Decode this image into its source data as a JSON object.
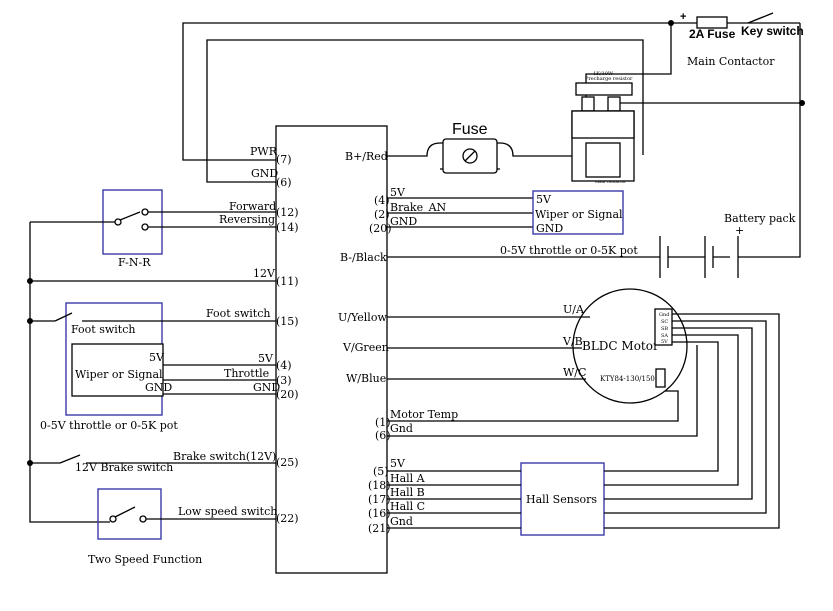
{
  "controller": {
    "pins": {
      "pwr": "PWR",
      "pwr_num": "(7)",
      "gnd_top": "GND",
      "gnd_top_num": "(6)",
      "forward": "Forward",
      "forward_num": "(12)",
      "reversing": "Reversing",
      "reversing_num": "(14)",
      "v12": "12V",
      "v12_num": "(11)",
      "foot": "Foot switch",
      "foot_num": "(15)",
      "v5": "5V",
      "v5_num": "(4)",
      "throttle": "Throttle",
      "throttle_num": "(3)",
      "gnd_thr": "GND",
      "gnd_thr_num": "(20)",
      "brake": "Brake switch(12V)",
      "brake_num": "(25)",
      "low": "Low speed switch",
      "low_num": "(22)",
      "bplus": "B+/Red",
      "r5v": "5V",
      "r5v_num": "(4)",
      "brake_an": "Brake_AN",
      "brake_an_num": "(2)",
      "rgnd": "GND",
      "rgnd_num": "(20)",
      "bminus": "B-/Black",
      "u": "U/Yellow",
      "v": "V/Green",
      "wphase": "W/Blue",
      "mtemp": "Motor Temp",
      "mtemp_num": "(1)",
      "mgnd": "Gnd",
      "mgnd_num": "(6)",
      "h5v": "5V",
      "h5v_num": "(5)",
      "ha": "Hall A",
      "ha_num": "(18)",
      "hb": "Hall B",
      "hb_num": "(17)",
      "hc": "Hall C",
      "hc_num": "(16)",
      "hgnd": "Gnd",
      "hgnd_num": "(21)"
    }
  },
  "components": {
    "fnr": "F-N-R",
    "foot_switch": "Foot switch",
    "wiper_left": {
      "v5": "5V",
      "label": "Wiper or Signal",
      "gnd": "GND"
    },
    "throttle_pot": "0-5V throttle or 0-5K pot",
    "brake_switch": "12V Brake switch",
    "two_speed": "Two Speed Function",
    "fuse": "Fuse",
    "wiper_right": {
      "v5": "5V",
      "label": "Wiper or Signal",
      "gnd": "GND"
    },
    "throttle_pot_right": "0-5V throttle or 0-5K pot",
    "battery": "Battery pack",
    "battery_plus": "+",
    "fuse_2a": "2A Fuse",
    "key_switch": "Key switch",
    "plus_sign": "+",
    "main_contactor": "Main Contactor",
    "resistor_note": "1K/10W",
    "precharge": "Precharge resistor",
    "contactor_small": "Main contactor",
    "motor": "BLDC Motor",
    "motor_u": "U/A",
    "motor_v": "V/B",
    "motor_w": "W/C",
    "motor_pins": [
      "Gnd",
      "SC",
      "SB",
      "SA",
      "5V"
    ],
    "temp_sensor": "KTY84-130/150",
    "hall": "Hall Sensors"
  }
}
